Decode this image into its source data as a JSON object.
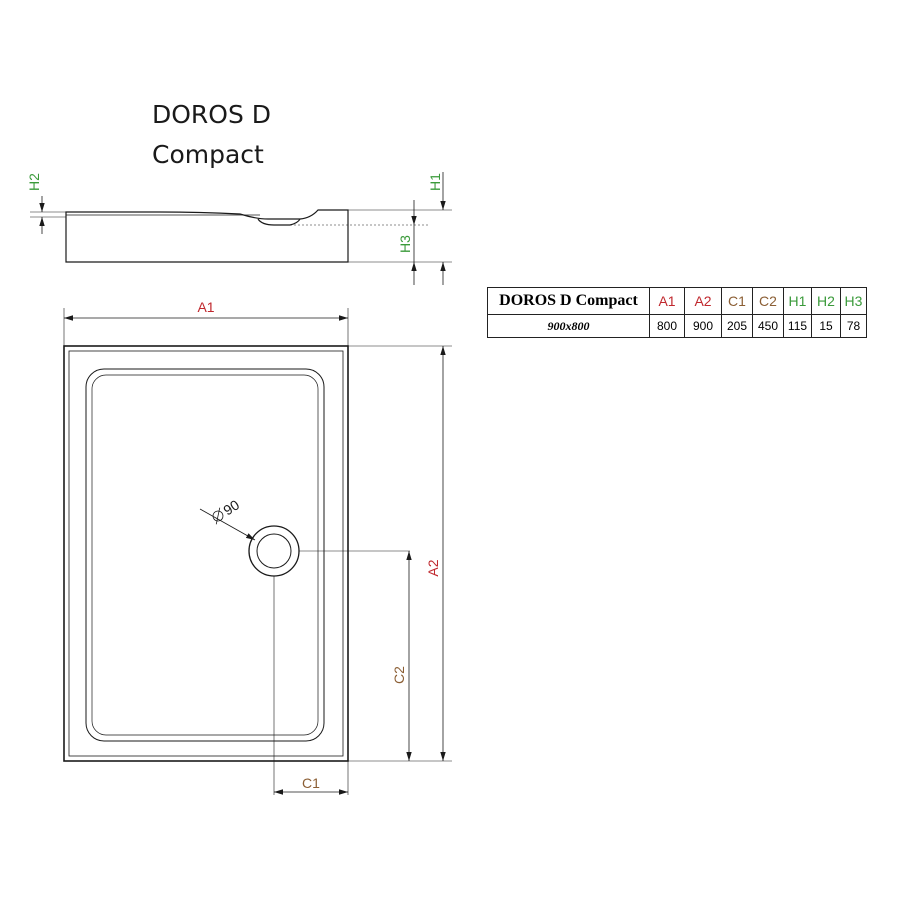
{
  "title": {
    "line1": "DOROS D",
    "line2": "Compact"
  },
  "colors": {
    "a_dims": "#c0282e",
    "c_dims": "#8b5e34",
    "h_dims": "#3a9a3a",
    "lines": "#1a1a1a"
  },
  "dimensions": {
    "A1": "A1",
    "A2": "A2",
    "C1": "C1",
    "C2": "C2",
    "H1": "H1",
    "H2": "H2",
    "H3": "H3",
    "drain": "90"
  },
  "spec_table": {
    "model": "DOROS D Compact",
    "size": "900x800",
    "columns": [
      "A1",
      "A2",
      "C1",
      "C2",
      "H1",
      "H2",
      "H3"
    ],
    "values": [
      "800",
      "900",
      "205",
      "450",
      "115",
      "15",
      "78"
    ]
  }
}
